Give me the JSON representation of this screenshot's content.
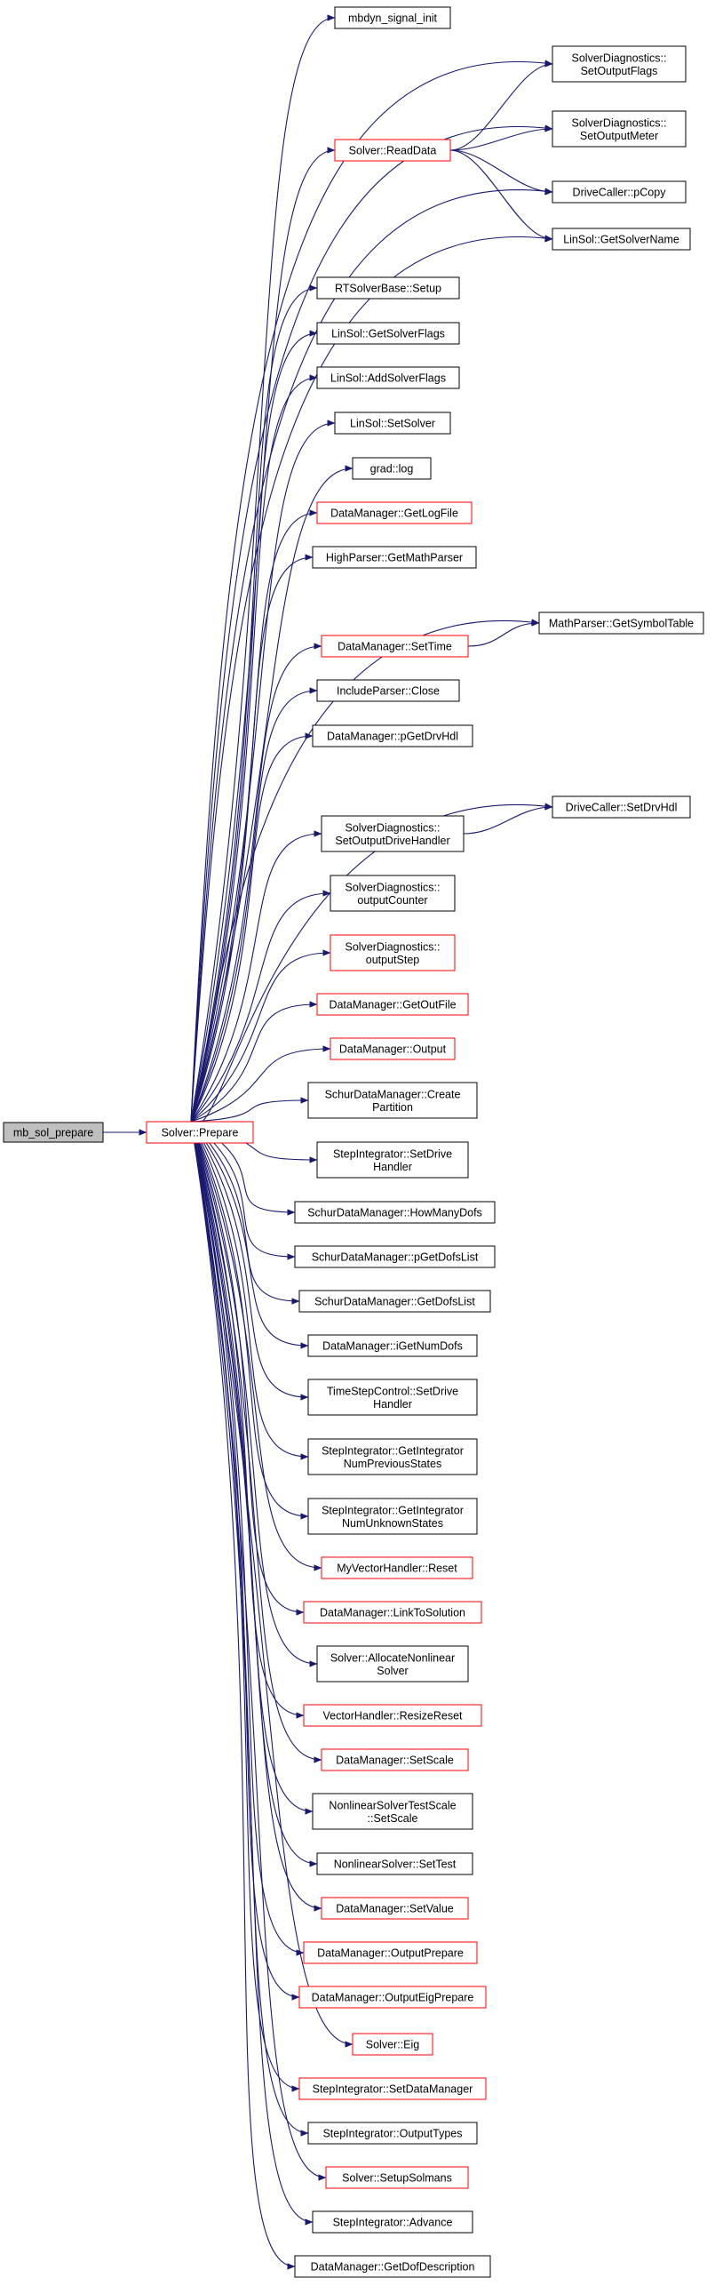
{
  "colors": {
    "edge": "#191970",
    "box_default": "#000000",
    "box_truncated": "#ff0000",
    "root_fill": "#bfbfbf",
    "node_fill": "#ffffff"
  },
  "graph": {
    "root": {
      "id": "root",
      "lines": [
        "mb_sol_prepare"
      ]
    },
    "hub": {
      "id": "prepare",
      "lines": [
        "Solver::Prepare"
      ],
      "truncated": true
    },
    "nodes": [
      {
        "id": "mbdyn_signal_init",
        "lines": [
          "mbdyn_signal_init"
        ],
        "truncated": false
      },
      {
        "id": "readdata",
        "lines": [
          "Solver::ReadData"
        ],
        "truncated": true
      },
      {
        "id": "rtsetup",
        "lines": [
          "RTSolverBase::Setup"
        ],
        "truncated": false
      },
      {
        "id": "getsolverflags",
        "lines": [
          "LinSol::GetSolverFlags"
        ],
        "truncated": false
      },
      {
        "id": "addsolverflags",
        "lines": [
          "LinSol::AddSolverFlags"
        ],
        "truncated": false
      },
      {
        "id": "setsolver",
        "lines": [
          "LinSol::SetSolver"
        ],
        "truncated": false
      },
      {
        "id": "gradlog",
        "lines": [
          "grad::log"
        ],
        "truncated": false
      },
      {
        "id": "getlogfile",
        "lines": [
          "DataManager::GetLogFile"
        ],
        "truncated": true
      },
      {
        "id": "getmathparser",
        "lines": [
          "HighParser::GetMathParser"
        ],
        "truncated": false
      },
      {
        "id": "settime",
        "lines": [
          "DataManager::SetTime"
        ],
        "truncated": true
      },
      {
        "id": "includeclose",
        "lines": [
          "IncludeParser::Close"
        ],
        "truncated": false
      },
      {
        "id": "pgetdrvhdl",
        "lines": [
          "DataManager::pGetDrvHdl"
        ],
        "truncated": false
      },
      {
        "id": "setoutputdrivehandler",
        "lines": [
          "SolverDiagnostics::",
          "SetOutputDriveHandler"
        ],
        "truncated": false
      },
      {
        "id": "outputcounter",
        "lines": [
          "SolverDiagnostics::",
          "outputCounter"
        ],
        "truncated": false
      },
      {
        "id": "outputstep",
        "lines": [
          "SolverDiagnostics::",
          "outputStep"
        ],
        "truncated": true
      },
      {
        "id": "getoutfile",
        "lines": [
          "DataManager::GetOutFile"
        ],
        "truncated": true
      },
      {
        "id": "dmoutput",
        "lines": [
          "DataManager::Output"
        ],
        "truncated": true
      },
      {
        "id": "createpartition",
        "lines": [
          "SchurDataManager::Create",
          "Partition"
        ],
        "truncated": false
      },
      {
        "id": "sisetdrivehandler",
        "lines": [
          "StepIntegrator::SetDrive",
          "Handler"
        ],
        "truncated": false
      },
      {
        "id": "howmanydofs",
        "lines": [
          "SchurDataManager::HowManyDofs"
        ],
        "truncated": false
      },
      {
        "id": "pgetdofslist",
        "lines": [
          "SchurDataManager::pGetDofsList"
        ],
        "truncated": false
      },
      {
        "id": "getdofslist",
        "lines": [
          "SchurDataManager::GetDofsList"
        ],
        "truncated": false
      },
      {
        "id": "igetnumdofs",
        "lines": [
          "DataManager::iGetNumDofs"
        ],
        "truncated": false
      },
      {
        "id": "tscsetdrivehandler",
        "lines": [
          "TimeStepControl::SetDrive",
          "Handler"
        ],
        "truncated": false
      },
      {
        "id": "numprevstates",
        "lines": [
          "StepIntegrator::GetIntegrator",
          "NumPreviousStates"
        ],
        "truncated": false
      },
      {
        "id": "numunknownstates",
        "lines": [
          "StepIntegrator::GetIntegrator",
          "NumUnknownStates"
        ],
        "truncated": false
      },
      {
        "id": "myvhreset",
        "lines": [
          "MyVectorHandler::Reset"
        ],
        "truncated": true
      },
      {
        "id": "linktosolution",
        "lines": [
          "DataManager::LinkToSolution"
        ],
        "truncated": true
      },
      {
        "id": "allocatenonlinear",
        "lines": [
          "Solver::AllocateNonlinear",
          "Solver"
        ],
        "truncated": false
      },
      {
        "id": "resizereset",
        "lines": [
          "VectorHandler::ResizeReset"
        ],
        "truncated": true
      },
      {
        "id": "dmsetscale",
        "lines": [
          "DataManager::SetScale"
        ],
        "truncated": true
      },
      {
        "id": "nlstsetscale",
        "lines": [
          "NonlinearSolverTestScale",
          "::SetScale"
        ],
        "truncated": false
      },
      {
        "id": "nlssettest",
        "lines": [
          "NonlinearSolver::SetTest"
        ],
        "truncated": false
      },
      {
        "id": "dmsetvalue",
        "lines": [
          "DataManager::SetValue"
        ],
        "truncated": true
      },
      {
        "id": "outputprepare",
        "lines": [
          "DataManager::OutputPrepare"
        ],
        "truncated": true
      },
      {
        "id": "outputeigprepare",
        "lines": [
          "DataManager::OutputEigPrepare"
        ],
        "truncated": true
      },
      {
        "id": "solvereig",
        "lines": [
          "Solver::Eig"
        ],
        "truncated": true
      },
      {
        "id": "setdatamanager",
        "lines": [
          "StepIntegrator::SetDataManager"
        ],
        "truncated": true
      },
      {
        "id": "outputtypes",
        "lines": [
          "StepIntegrator::OutputTypes"
        ],
        "truncated": false
      },
      {
        "id": "setupsolmans",
        "lines": [
          "Solver::SetupSolmans"
        ],
        "truncated": true
      },
      {
        "id": "siadvance",
        "lines": [
          "StepIntegrator::Advance"
        ],
        "truncated": false
      },
      {
        "id": "getdofdescription",
        "lines": [
          "DataManager::GetDofDescription"
        ],
        "truncated": false
      },
      {
        "id": "setoutputflags",
        "lines": [
          "SolverDiagnostics::",
          "SetOutputFlags"
        ],
        "truncated": false
      },
      {
        "id": "setoutputmeter",
        "lines": [
          "SolverDiagnostics::",
          "SetOutputMeter"
        ],
        "truncated": false
      },
      {
        "id": "pcopy",
        "lines": [
          "DriveCaller::pCopy"
        ],
        "truncated": false
      },
      {
        "id": "getsolvername",
        "lines": [
          "LinSol::GetSolverName"
        ],
        "truncated": false
      },
      {
        "id": "getsymboltable",
        "lines": [
          "MathParser::GetSymbolTable"
        ],
        "truncated": false
      },
      {
        "id": "setdrvhdl",
        "lines": [
          "DriveCaller::SetDrvHdl"
        ],
        "truncated": false
      }
    ],
    "edges": [
      {
        "from": "root",
        "to": "prepare"
      },
      {
        "from": "prepare",
        "to": "setoutputflags"
      },
      {
        "from": "prepare",
        "to": "setoutputmeter"
      },
      {
        "from": "prepare",
        "to": "pcopy"
      },
      {
        "from": "prepare",
        "to": "getsolvername"
      },
      {
        "from": "prepare",
        "to": "getsymboltable"
      },
      {
        "from": "prepare",
        "to": "setdrvhdl"
      },
      {
        "from": "readdata",
        "to": "setoutputflags"
      },
      {
        "from": "readdata",
        "to": "setoutputmeter"
      },
      {
        "from": "readdata",
        "to": "pcopy"
      },
      {
        "from": "readdata",
        "to": "getsolvername"
      },
      {
        "from": "settime",
        "to": "getsymboltable"
      },
      {
        "from": "setoutputdrivehandler",
        "to": "setdrvhdl"
      }
    ]
  }
}
